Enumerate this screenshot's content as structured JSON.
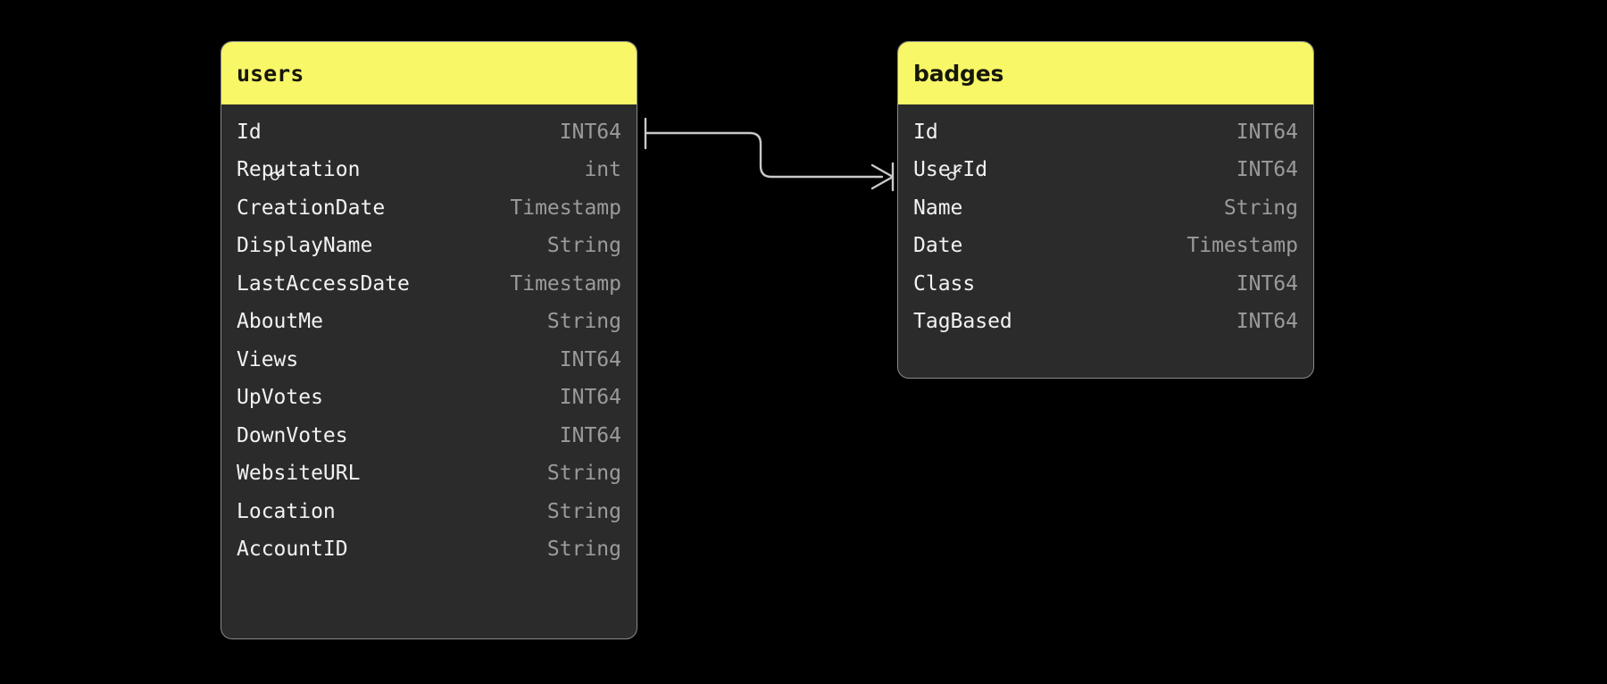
{
  "diagram": {
    "type": "entity-relationship-diagram",
    "background_color": "#000000",
    "entity_header_color": "#f7f768",
    "entity_body_color": "#2b2b2b",
    "entity_border_color": "#8a8a8a",
    "field_name_color": "#f2f2f2",
    "field_type_color": "#9b9b9b",
    "connector_color": "#c9c9c9"
  },
  "entities": [
    {
      "name": "users",
      "title_style": "mono",
      "fields": [
        {
          "name": "Id",
          "type": "INT64",
          "key": true
        },
        {
          "name": "Reputation",
          "type": "int",
          "key": false
        },
        {
          "name": "CreationDate",
          "type": "Timestamp",
          "key": false
        },
        {
          "name": "DisplayName",
          "type": "String",
          "key": false
        },
        {
          "name": "LastAccessDate",
          "type": "Timestamp",
          "key": false
        },
        {
          "name": "AboutMe",
          "type": "String",
          "key": false
        },
        {
          "name": "Views",
          "type": "INT64",
          "key": false
        },
        {
          "name": "UpVotes",
          "type": "INT64",
          "key": false
        },
        {
          "name": "DownVotes",
          "type": "INT64",
          "key": false
        },
        {
          "name": "WebsiteURL",
          "type": "String",
          "key": false
        },
        {
          "name": "Location",
          "type": "String",
          "key": false
        },
        {
          "name": "AccountID",
          "type": "String",
          "key": false
        }
      ]
    },
    {
      "name": "badges",
      "title_style": "sans",
      "fields": [
        {
          "name": "Id",
          "type": "INT64",
          "key": true
        },
        {
          "name": "UserId",
          "type": "INT64",
          "key": false
        },
        {
          "name": "Name",
          "type": "String",
          "key": false
        },
        {
          "name": "Date",
          "type": "Timestamp",
          "key": false
        },
        {
          "name": "Class",
          "type": "INT64",
          "key": false
        },
        {
          "name": "TagBased",
          "type": "INT64",
          "key": false
        }
      ]
    }
  ],
  "relationships": [
    {
      "from_entity": "users",
      "from_field": "Id",
      "from_cardinality": "one",
      "to_entity": "badges",
      "to_field": "UserId",
      "to_cardinality": "many"
    }
  ],
  "icons": {
    "primary_key": "key-icon"
  }
}
